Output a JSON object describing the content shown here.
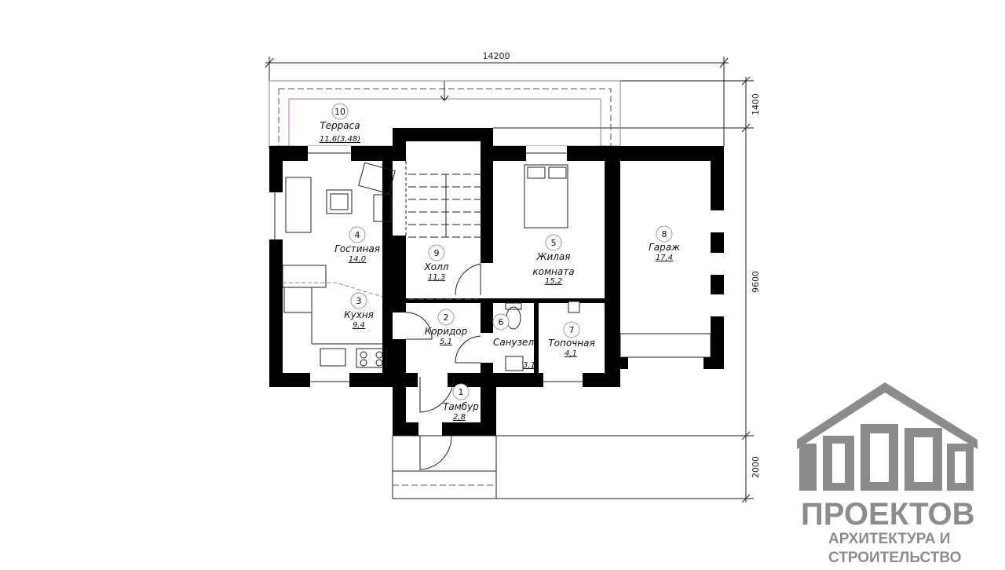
{
  "dimensions": {
    "total_width": "14200",
    "terrace_depth": "1400",
    "house_depth": "9600",
    "porch_depth": "2000"
  },
  "rooms": [
    {
      "number": "1",
      "name": "Тамбур",
      "area": "2,8"
    },
    {
      "number": "2",
      "name": "Коридор",
      "area": "5,1"
    },
    {
      "number": "3",
      "name": "Кухня",
      "area": "9,4"
    },
    {
      "number": "4",
      "name": "Гостиная",
      "area": "14,0"
    },
    {
      "number": "5",
      "name": "Жилая",
      "name2": "комната",
      "area": "15,2"
    },
    {
      "number": "6",
      "name": "Санузел",
      "area": "3,1"
    },
    {
      "number": "7",
      "name": "Топочная",
      "area": "4,1"
    },
    {
      "number": "8",
      "name": "Гараж",
      "area": "17,4"
    },
    {
      "number": "9",
      "name": "Холл",
      "area": "11,3"
    },
    {
      "number": "10",
      "name": "Терраса",
      "area": "11,6(3,48)"
    }
  ],
  "logo": {
    "mark": "1000",
    "line1": "ПРОЕКТОВ",
    "line2": "АРХИТЕКТУРА И",
    "line3": "СТРОИТЕЛЬСТВО",
    "color": "#8c8c8c"
  }
}
